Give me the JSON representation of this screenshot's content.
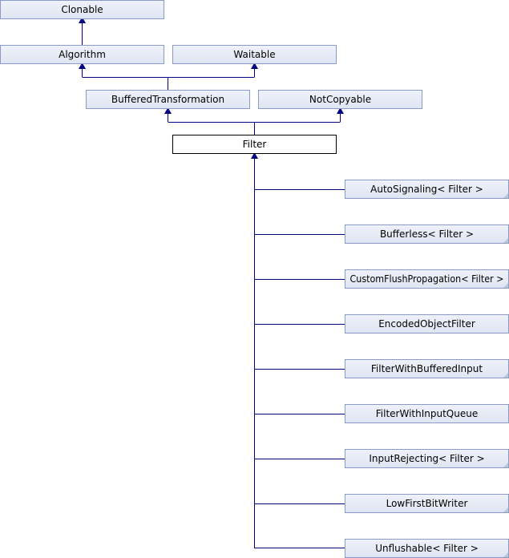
{
  "diagram": {
    "nodes": {
      "clonable": "Clonable",
      "algorithm": "Algorithm",
      "waitable": "Waitable",
      "buffered_transformation": "BufferedTransformation",
      "not_copyable": "NotCopyable",
      "filter": "Filter",
      "auto_signaling": "AutoSignaling< Filter >",
      "bufferless": "Bufferless< Filter >",
      "custom_flush_propagation": "CustomFlushPropagation< Filter >",
      "encoded_object_filter": "EncodedObjectFilter",
      "filter_with_buffered_input": "FilterWithBufferedInput",
      "filter_with_input_queue": "FilterWithInputQueue",
      "input_rejecting": "InputRejecting< Filter >",
      "low_first_bit_writer": "LowFirstBitWriter",
      "unflushable": "Unflushable< Filter >"
    },
    "colors": {
      "node_fill": "#e8edf7",
      "node_border": "#8a9ac2",
      "current_fill": "#ffffff",
      "current_border": "#000000",
      "edge": "#000080"
    }
  }
}
